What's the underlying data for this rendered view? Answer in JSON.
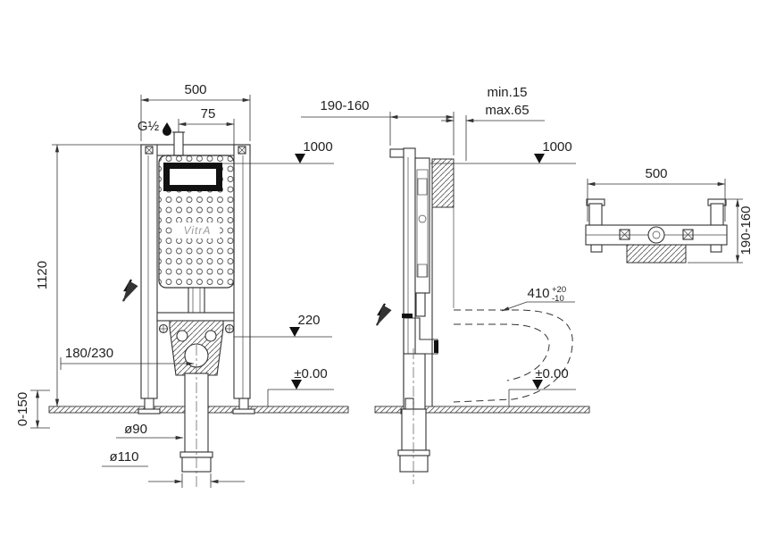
{
  "brand": "VitrA",
  "front": {
    "width": "500",
    "inlet_thread": "G½",
    "inlet_offset": "75",
    "frame_height": "1120",
    "actuation_level": "1000",
    "outlet_level": "220",
    "drain_offset": "180/230",
    "floor_level": "±0.00",
    "feet_range": "0-150",
    "outlet_d90": "ø90",
    "outlet_d110": "ø110"
  },
  "side": {
    "depth": "190-160",
    "cladding_min": "min.15",
    "cladding_max": "max.65",
    "actuation_level": "1000",
    "bowl_level": "410",
    "bowl_tol_up": "+20",
    "bowl_tol_down": "-10",
    "floor_level": "±0.00"
  },
  "top": {
    "width": "500",
    "depth": "190-160"
  }
}
